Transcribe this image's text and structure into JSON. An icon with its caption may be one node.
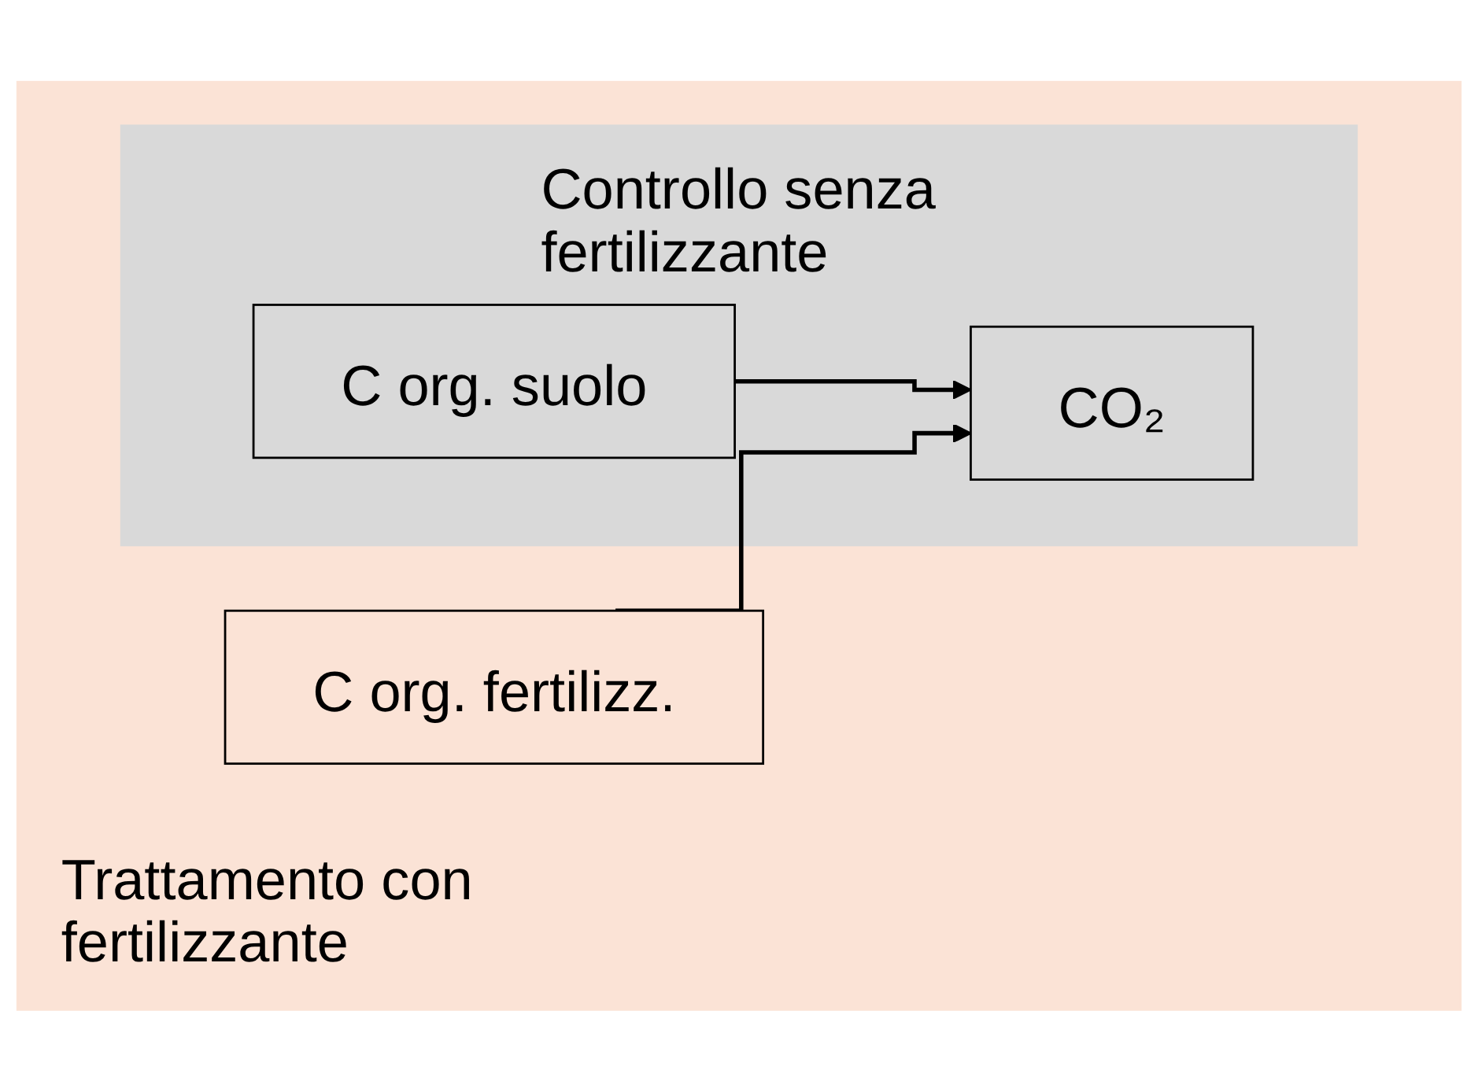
{
  "diagram": {
    "nodes": [
      {
        "text": [
          "Trattamento con fertilizzante"
        ]
      },
      {
        "text": [
          "Controllo senza fertilizzante"
        ],
        "in": 0
      },
      {
        "text": [
          "C org. suolo"
        ],
        "in": 1
      },
      {
        "text": [
          "CO₂"
        ],
        "in": 1
      },
      {
        "text": [
          "C org. fertilizz."
        ],
        "in": 0
      }
    ],
    "edges": [
      {
        "from": 2,
        "to": 3,
        "arrow": "to"
      },
      {
        "from": 4,
        "to": 3,
        "arrow": "to"
      }
    ]
  }
}
